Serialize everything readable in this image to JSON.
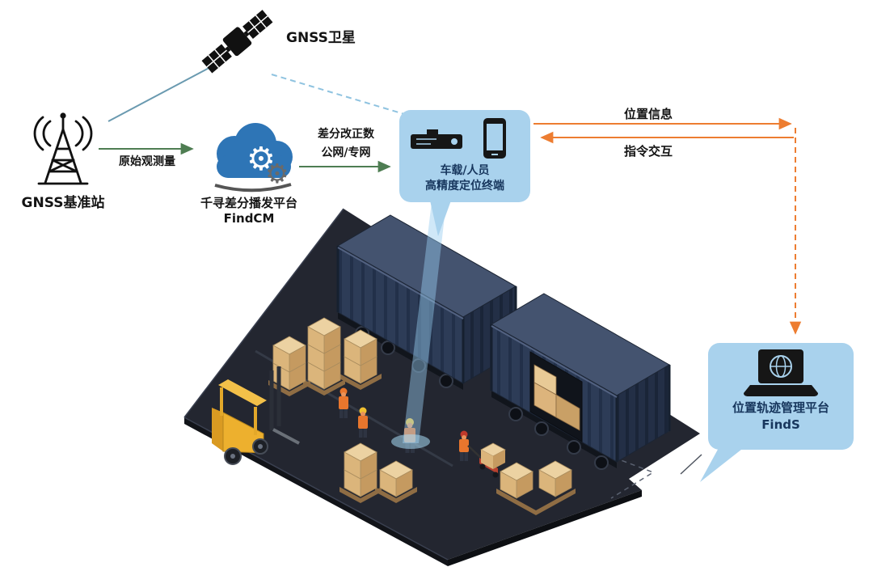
{
  "diagram": {
    "satellite": {
      "label": "GNSS卫星"
    },
    "base_station": {
      "label": "GNSS基准站"
    },
    "cloud": {
      "title": "千寻差分播发平台",
      "subtitle": "FindCM"
    },
    "link_raw": {
      "label": "原始观测量"
    },
    "link_corrections": {
      "label_line1": "差分改正数",
      "label_line2": "公网/专网"
    },
    "terminal": {
      "label_line1": "车载/人员",
      "label_line2": "高精度定位终端"
    },
    "link_position": {
      "label": "位置信息"
    },
    "link_command": {
      "label": "指令交互"
    },
    "management_platform": {
      "title": "位置轨迹管理平台",
      "subtitle": "FindS"
    },
    "icons": {
      "gear": "⚙"
    },
    "colors": {
      "green_arrow": "#4e7d52",
      "orange_arrow": "#ed7d31",
      "satellite_link": "#6a9ab0",
      "satellite_link_dashed": "#8fc3e0",
      "bubble_bg": "#a9d2ed",
      "bubble_text": "#17365d",
      "cloud_blue": "#2e75b6",
      "beam": "#9fd4f0"
    }
  }
}
